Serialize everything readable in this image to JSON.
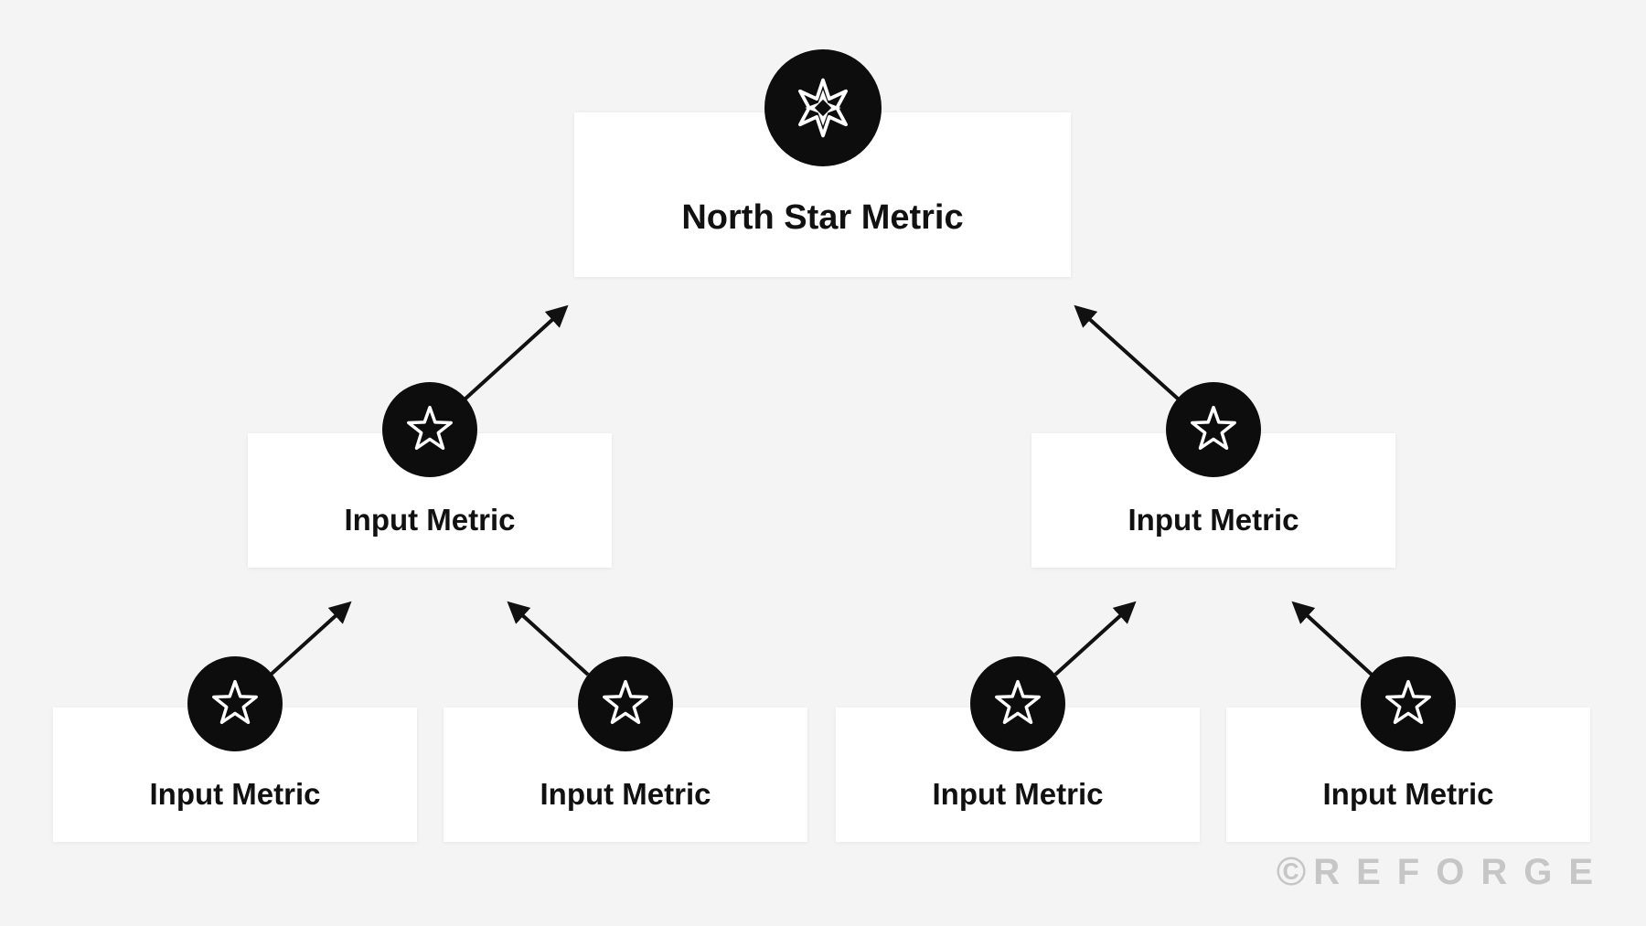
{
  "diagram": {
    "root": {
      "label": "North Star Metric",
      "icon": "compass-star-icon"
    },
    "level1": [
      {
        "label": "Input Metric",
        "icon": "star-icon"
      },
      {
        "label": "Input Metric",
        "icon": "star-icon"
      }
    ],
    "level2": [
      {
        "label": "Input Metric",
        "icon": "star-icon"
      },
      {
        "label": "Input Metric",
        "icon": "star-icon"
      },
      {
        "label": "Input Metric",
        "icon": "star-icon"
      },
      {
        "label": "Input Metric",
        "icon": "star-icon"
      }
    ]
  },
  "watermark": {
    "symbol": "©",
    "text": "REFORGE"
  },
  "colors": {
    "background": "#f4f4f4",
    "box": "#ffffff",
    "badge": "#0d0d0d",
    "text": "#111111",
    "arrow": "#111111",
    "watermark": "#c6c6c6"
  }
}
